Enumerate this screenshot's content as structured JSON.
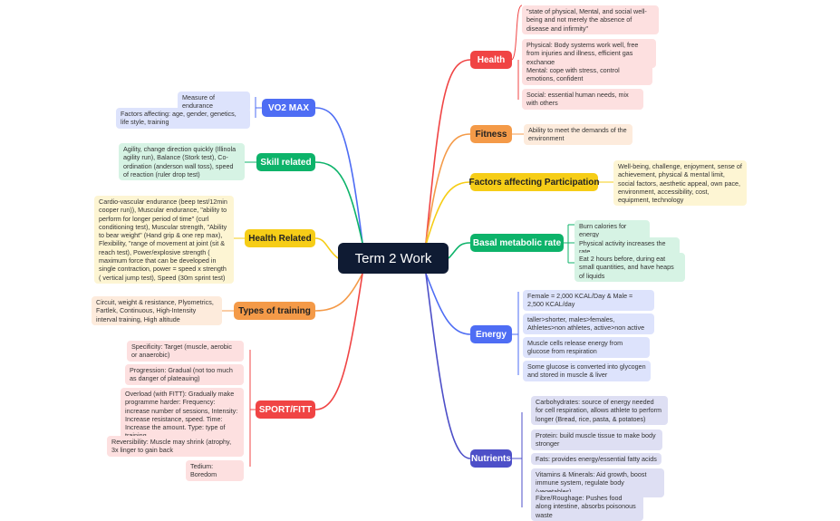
{
  "central": "Term 2 Work",
  "colors": {
    "red": "#f04444",
    "orange": "#f49a48",
    "yellow": "#f6cd17",
    "green": "#0db36a",
    "blue": "#4e6df4",
    "indigo": "#4d4fc8",
    "center": "#0f1b33"
  },
  "right": {
    "health": {
      "label": "Health",
      "items": [
        "\"state of physical, Mental, and social well-being and not merely the absence of disease and infirmity\"",
        "Physical: Body systems work well, free from injuries and illness, efficient gas exchange",
        "Mental: cope with stress, control emotions, confident",
        "Social: essential human needs, mix with others"
      ]
    },
    "fitness": {
      "label": "Fitness",
      "items": [
        "Ability to meet the demands of the environment"
      ]
    },
    "participation": {
      "label": "Factors affecting Participation",
      "items": [
        "Well-being, challenge, enjoyment, sense of achievement, physical & mental limit, social factors, aesthetic appeal, own pace, environment, accessibility, cost, equipment, technology"
      ]
    },
    "bmr": {
      "label": "Basal metabolic rate",
      "items": [
        "Burn calories for energy",
        "Physical activity increases the rate",
        "Eat 2 hours before, during eat small quantities, and have heaps of liquids"
      ]
    },
    "energy": {
      "label": "Energy",
      "items": [
        "Female = 2,000 KCAL/Day & Male = 2,500 KCAL/day",
        "taller>shorter, males>females, Athletes>non athletes, active>non active",
        "Muscle cells release energy from glucose from respiration",
        "Some glucose is converted into glycogen and stored in muscle & liver"
      ]
    },
    "nutrients": {
      "label": "Nutrients",
      "items": [
        "Carbohydrates: source of energy needed for cell respiration, allows athlete to perform longer (Bread, rice, pasta, & potatoes)",
        "Protein: build muscle tissue to make body stronger",
        "Fats: provides energy/essential fatty acids",
        "Vitamins & Minerals: Aid growth, boost immune system, regulate body (vegetables)",
        "Fibre/Roughage: Pushes food along intestine, absorbs poisonous waste"
      ]
    }
  },
  "left": {
    "vo2": {
      "label": "VO2 MAX",
      "items": [
        "Measure of endurance",
        "Factors affecting: age, gender, genetics, life style, training"
      ]
    },
    "skill": {
      "label": "Skill related",
      "items": [
        "Agility, change direction quickly (Illinola agility run), Balance (Stork test), Co-ordination (anderson wall toss), speed of reaction (ruler drop test)"
      ]
    },
    "health_related": {
      "label": "Health Related",
      "items": [
        "Cardio-vascular endurance (beep test/12min cooper run)), Muscular endurance, \"ability to perform for longer period of time\" (curl conditioning test), Muscular strength, \"Ability to bear weight\" (Hand grip & one rep max), Flexibility, \"range of movement at joint (sit & reach test), Power/explosive strength ( maximum force that can be developed in single contraction, power = speed x strength ( vertical jump test), Speed (30m sprint test)"
      ]
    },
    "training": {
      "label": "Types of training",
      "items": [
        "Circuit, weight & resistance, Plyometrics, Fartlek, Continuous, High-Intensity interval training, High altitude"
      ]
    },
    "fitt": {
      "label": "SPORT/FITT",
      "items": [
        "Specificity: Target (muscle, aerobic or anaerobic)",
        "Progression: Gradual (not too much as danger of plateauing)",
        "Overload (with FITT): Gradually make programme harder: Frequency: increase number of sessions, Intensity: Increase resistance, speed. Time: Increase the amount. Type: type of training",
        "Reversibility: Muscle may shrink (atrophy, 3x linger to gain back",
        "Tedium: Boredom"
      ]
    }
  }
}
